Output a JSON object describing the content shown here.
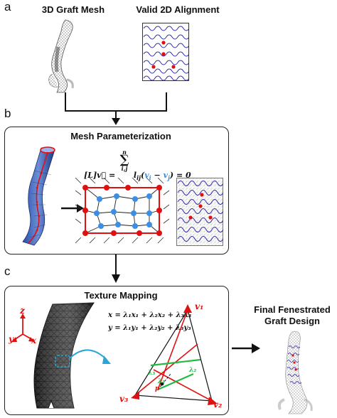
{
  "panels": {
    "a": {
      "letter": "a",
      "left_title": "3D Graft Mesh",
      "right_title": "Valid 2D Alignment"
    },
    "b": {
      "letter": "b",
      "title": "Mesh Parameterization",
      "equation": {
        "lhs": "[L]v⃗ =",
        "sum_top": "n",
        "sum_bottom": "i,j",
        "body_prefix": "l",
        "body_sub": "ij",
        "vi": "v",
        "vi_sub": "i",
        "minus": "−",
        "vj": "v",
        "vj_sub": "j",
        "rhs": "= 0"
      }
    },
    "c": {
      "letter": "c",
      "title": "Texture Mapping",
      "eq_x": "x = λ₁x₁ + λ₂x₂ + λ₃x₃",
      "eq_y": "y = λ₁y₁ + λ₂y₂ + λ₃y₃",
      "axes": {
        "z": "z",
        "y": "y",
        "x": "x"
      },
      "vertices": {
        "v1": "v₁",
        "v2": "v₂",
        "v3": "v₃"
      },
      "lambdas": {
        "l1": "λ₁",
        "l2": "λ₂",
        "l3": "λ₃"
      },
      "point": "p"
    },
    "final": {
      "title_line1": "Final Fenestrated",
      "title_line2": "Graft Design"
    }
  },
  "colors": {
    "wave": "#2a2aa8",
    "fenestration": "#e01010",
    "node_blue": "#3a8ee6",
    "arrow_cyan": "#2aa6d6",
    "triangle_green": "#22bb44",
    "axis_red": "#e01010"
  }
}
